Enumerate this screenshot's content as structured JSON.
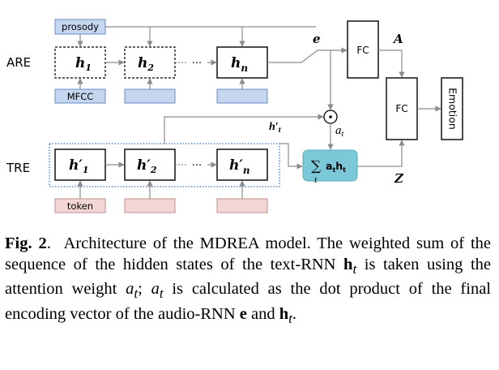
{
  "figure": {
    "row_labels": {
      "are": "ARE",
      "tre": "TRE"
    },
    "audio_input_label": "prosody",
    "audio_feature_label": "MFCC",
    "text_input_label": "token",
    "audio_hidden": {
      "h": "h",
      "sub1": "1",
      "sub2": "2",
      "subn": "n"
    },
    "text_hidden": {
      "h": "h",
      "prime": "′",
      "sub1": "1",
      "sub2": "2",
      "subn": "n"
    },
    "ellipsis": "···",
    "encoding_label": "e",
    "fc_label": "FC",
    "fc2_label": "FC",
    "a_label": "A",
    "z_label": "Z",
    "emotion_label": "Emotion",
    "dot_symbol": "⊙",
    "attention_weight": {
      "a": "a",
      "t": "t"
    },
    "h_prime_t": {
      "h": "h",
      "prime": "′",
      "t": "t"
    },
    "sum_box": {
      "sigma": "∑",
      "sub_t": "t",
      "a": "a",
      "h": "h",
      "t": "t"
    }
  },
  "caption": {
    "fig_label": "Fig. 2",
    "period": ".",
    "text_1": "Architecture of the MDREA model. The weighted sum of the sequence of the hidden states of the text-RNN ",
    "h_bold": "h",
    "sub_t": "t",
    "text_2": " is taken using the attention weight ",
    "a_var": "a",
    "text_3": "; ",
    "text_4": " is calculated as the dot product of the final encoding vector of the audio-RNN ",
    "e_bold": "e",
    "text_5": " and ",
    "text_6": "."
  },
  "colors": {
    "audio_fill": "#c5d6ef",
    "audio_stroke": "#6d8cc4",
    "text_fill": "#f3d7d7",
    "text_stroke": "#c28f8f",
    "sum_fill": "#7cc7d8",
    "dashed_group": "#3b74c8",
    "arrow": "#8c8c8c"
  }
}
